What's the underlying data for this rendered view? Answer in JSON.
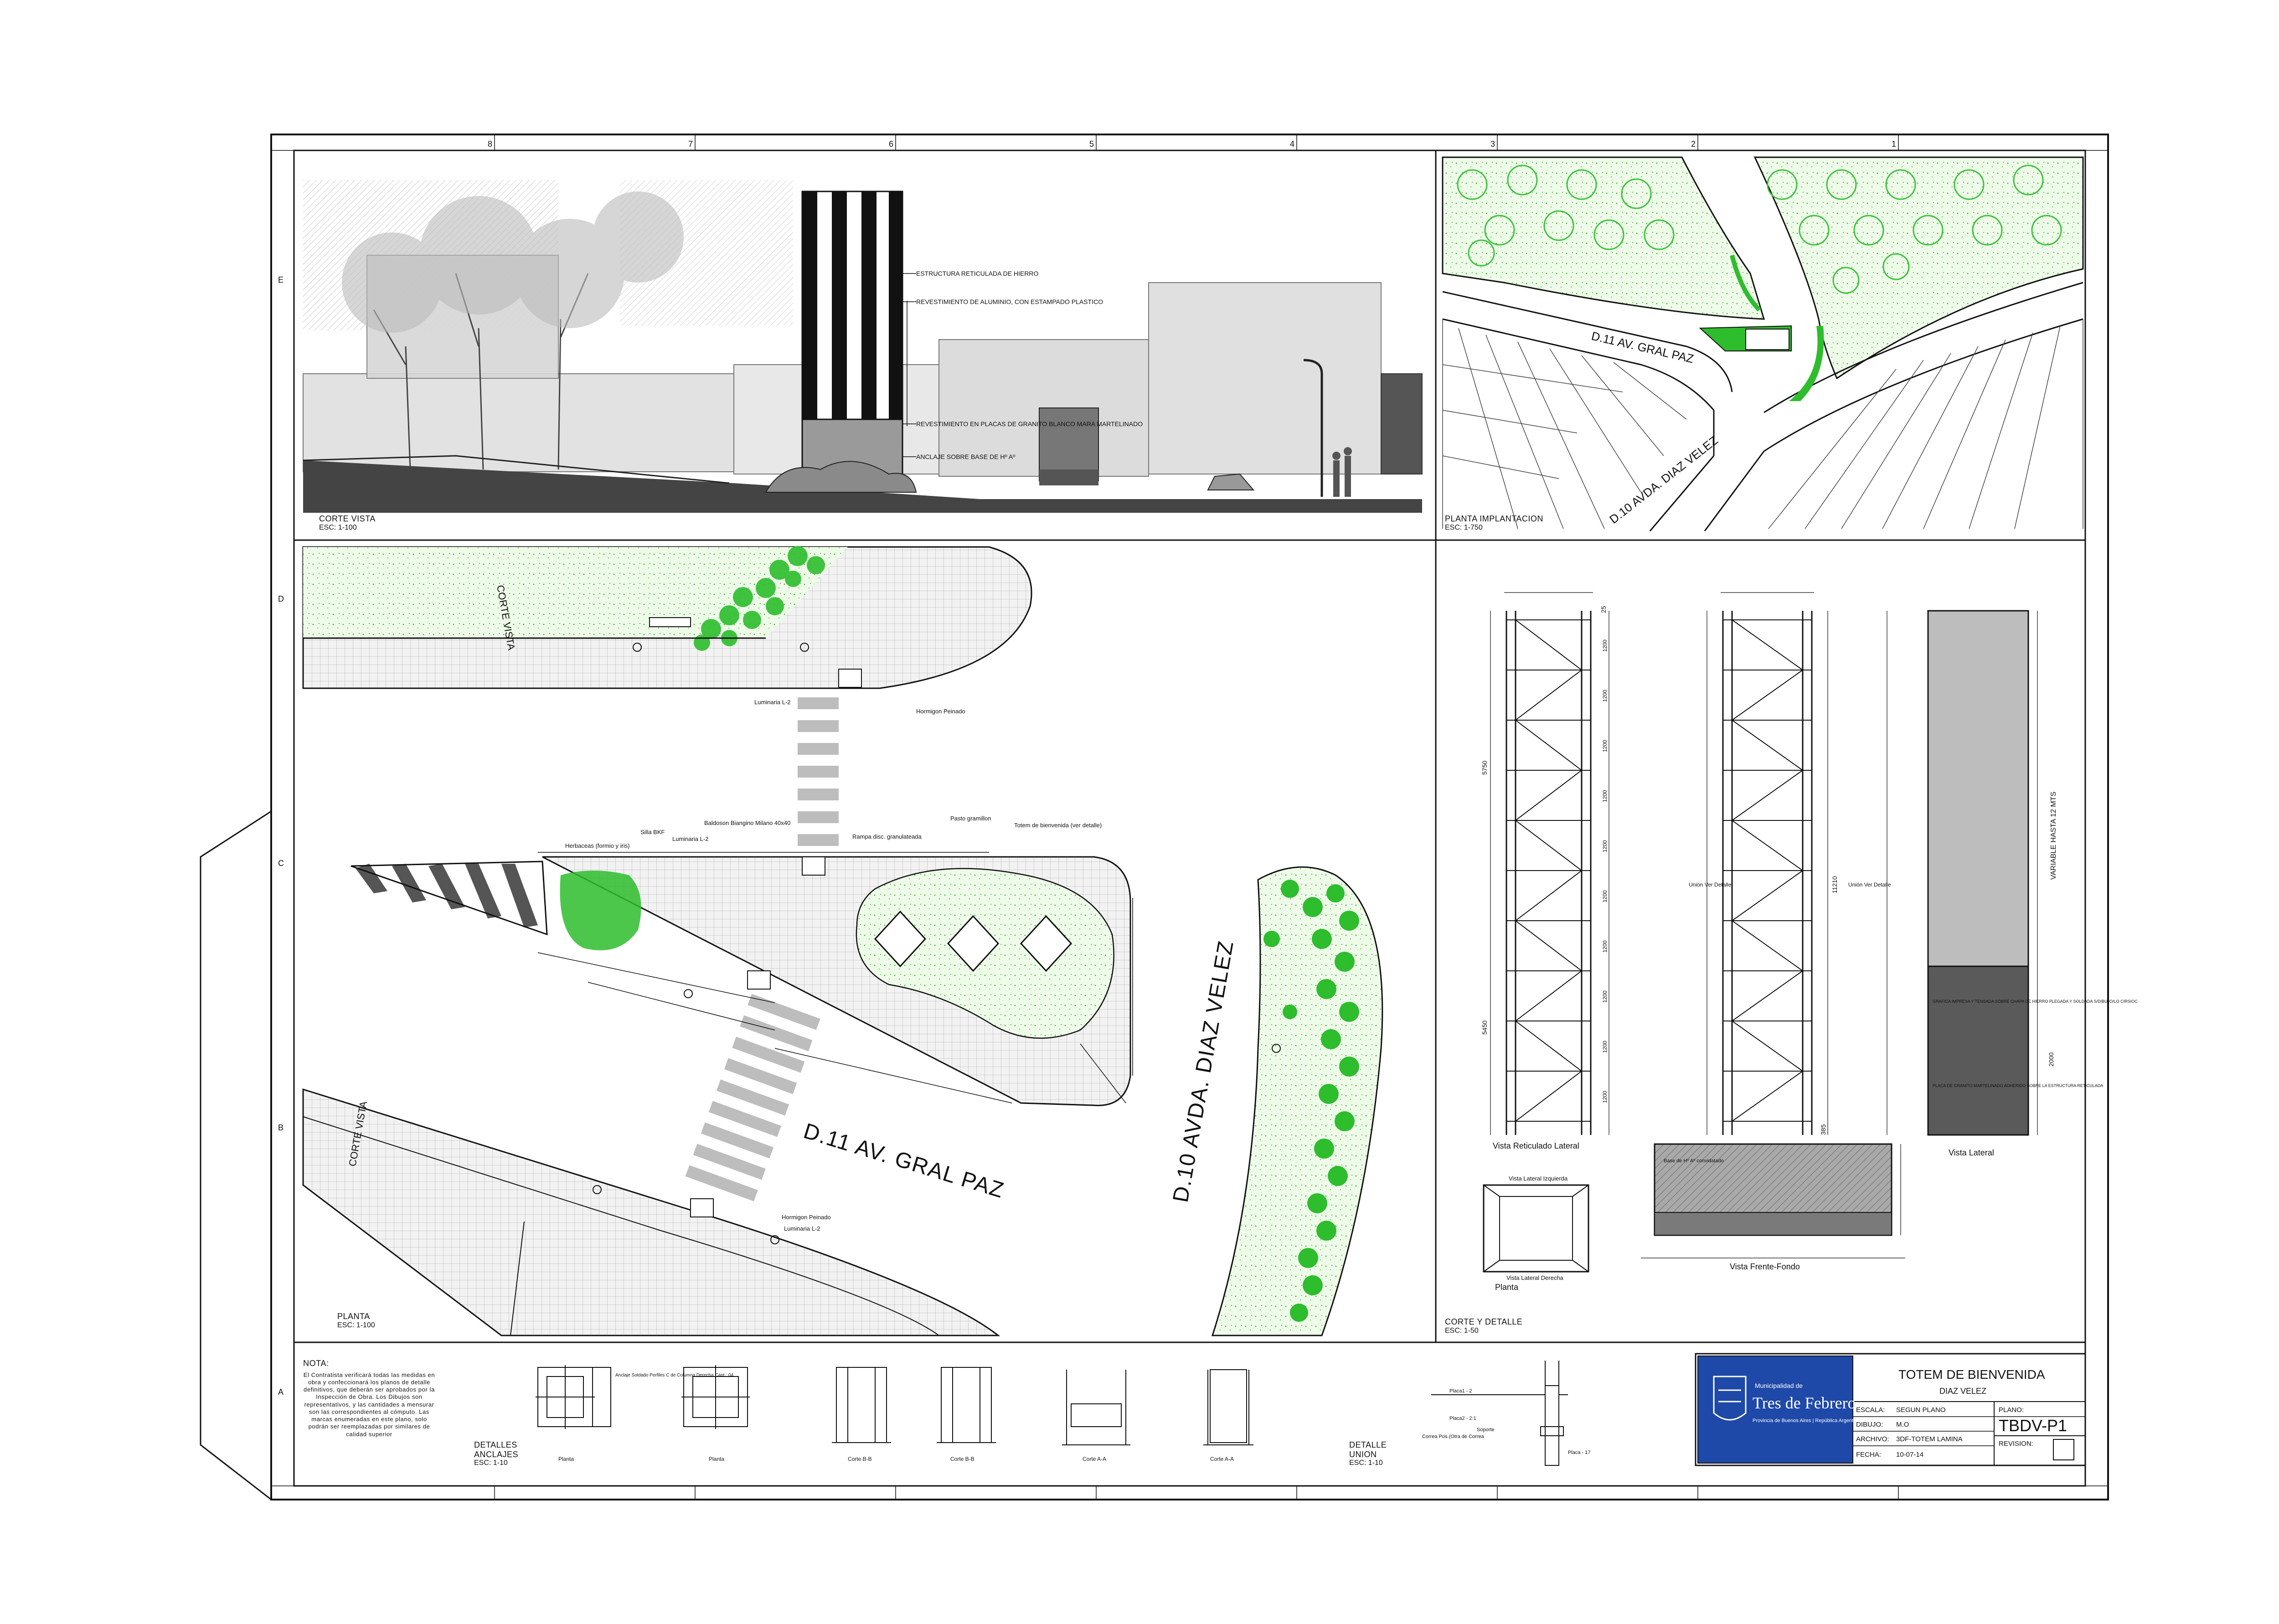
{
  "sheet": {
    "grid_numbers": [
      "8",
      "7",
      "6",
      "5",
      "4",
      "3",
      "2",
      "1"
    ],
    "grid_letters": [
      "E",
      "D",
      "C",
      "B",
      "A"
    ]
  },
  "corte_vista": {
    "title": "CORTE VISTA",
    "scale": "ESC: 1-100",
    "annotations": [
      "ESTRUCTURA RETICULADA DE HIERRO",
      "REVESTIMIENTO DE ALUMINIO, CON ESTAMPADO PLASTICO",
      "REVESTIMIENTO EN PLACAS DE GRANITO BLANCO MARA MARTELINADO",
      "ANCLAJE SOBRE BASE DE Hº Aº"
    ]
  },
  "planta_implantacion": {
    "title": "PLANTA IMPLANTACION",
    "scale": "ESC: 1-750",
    "street_1": "D.11 AV. GRAL PAZ",
    "street_2": "D.10 AVDA. DIAZ VELEZ"
  },
  "planta": {
    "title": "PLANTA",
    "scale": "ESC: 1-100",
    "street_1": "D.11 AV. GRAL PAZ",
    "street_2": "D.10 AVDA. DIAZ VELEZ",
    "corte_vista_tag": "CORTE VISTA",
    "labels": {
      "luminaria": "Luminaria L-2",
      "hormigon": "Hormigon Peinado",
      "herbaceas": "Herbaceas (formio y iris)",
      "silla": "Silla BKF",
      "baldoson": "Baldoson Biangino Milano 40x40",
      "rampa": "Rampa disc. granulateada",
      "pasto": "Pasto gramillon",
      "totem": "Totem de bienvenida (ver detalle)"
    }
  },
  "corte_detalle": {
    "title": "CORTE Y DETALLE",
    "scale": "ESC: 1-50",
    "view_1": "Vista Reticulado Lateral",
    "view_2": "Vista Frente-Fondo",
    "view_3": "Vista Lateral",
    "view_4": "Vista Lateral Izquierda",
    "view_5": "Vista Lateral Derecha",
    "planta_small": "Planta",
    "variable": "VARIABLE HASTA 12 MTS",
    "dim_2000": "2000",
    "grafica": "GRAFICA IMPRESA Y TENSADA SOBRE CHAPA DE HIERRO PLEGADA Y SOLDADA S/DIBUJO/LO CIRSIOC",
    "placa": "PLACA DE GRANITO MARTELINADO ADHERIDO SOBRE LA ESTRUCTURA RETICULADA",
    "dims_left": [
      "5750",
      "5450"
    ],
    "dim_total": "11210",
    "dim_seg": "1200",
    "dim_top": "25",
    "dim_bottom": "385",
    "union": "Unión Ver Detalle",
    "base": "Base de Hº Aº convidatado"
  },
  "detalles_anclajes": {
    "title": "DETALLES ANCLAJES",
    "scale": "ESC: 1-10",
    "captions": [
      "Planta",
      "Planta",
      "Corte B-B",
      "Corte B-B",
      "Corte A-A",
      "Corte A-A"
    ],
    "label_anclaje": "Anclaje Soldado Perfiles C de Columna Derecha Cant.: 04"
  },
  "detalle_union": {
    "title": "DETALLE UNION",
    "scale": "ESC: 1-10",
    "labels": [
      "Placa1 - 2",
      "Placa2 - 2:1",
      "Correa Pos.(Otra de Correa",
      "Soporte",
      "Placa - 17"
    ]
  },
  "nota": {
    "title": "NOTA:",
    "body": "El Contratista verificará todas las medidas en obra y confeccionará los planos de detalle definitivos, que deberán ser aprobados por la Inspección de Obra. Los Dibujos son representativos, y las cantidades a mensurar son las correspondientes al cómputo. Las marcas enumeradas en este plano, solo podrán ser reemplazadas por similares de calidad superior"
  },
  "title_block": {
    "logo_line_1": "Municipalidad de",
    "logo_line_2": "Tres de Febrero",
    "logo_line_3": "Provincia de Buenos Aires | República Argentina",
    "project_title": "TOTEM DE BIENVENIDA",
    "project_subtitle": "DIAZ VELEZ",
    "escala_label": "ESCALA:",
    "escala_value": "SEGUN PLANO",
    "dibujo_label": "DIBUJO:",
    "dibujo_value": "M.O",
    "archivo_label": "ARCHIVO:",
    "archivo_value": "3DF-TOTEM LAMINA",
    "fecha_label": "FECHA:",
    "fecha_value": "10-07-14",
    "plano_label": "PLANO:",
    "plano_value": "TBDV-P1",
    "revision_label": "REVISION:"
  },
  "colors": {
    "line": "#111111",
    "green": "#2dbd2d",
    "light_green": "#bfeab3",
    "gray": "#bdbdbd",
    "dark_gray": "#4a4a4a",
    "logo_blue": "#1e49a8"
  }
}
